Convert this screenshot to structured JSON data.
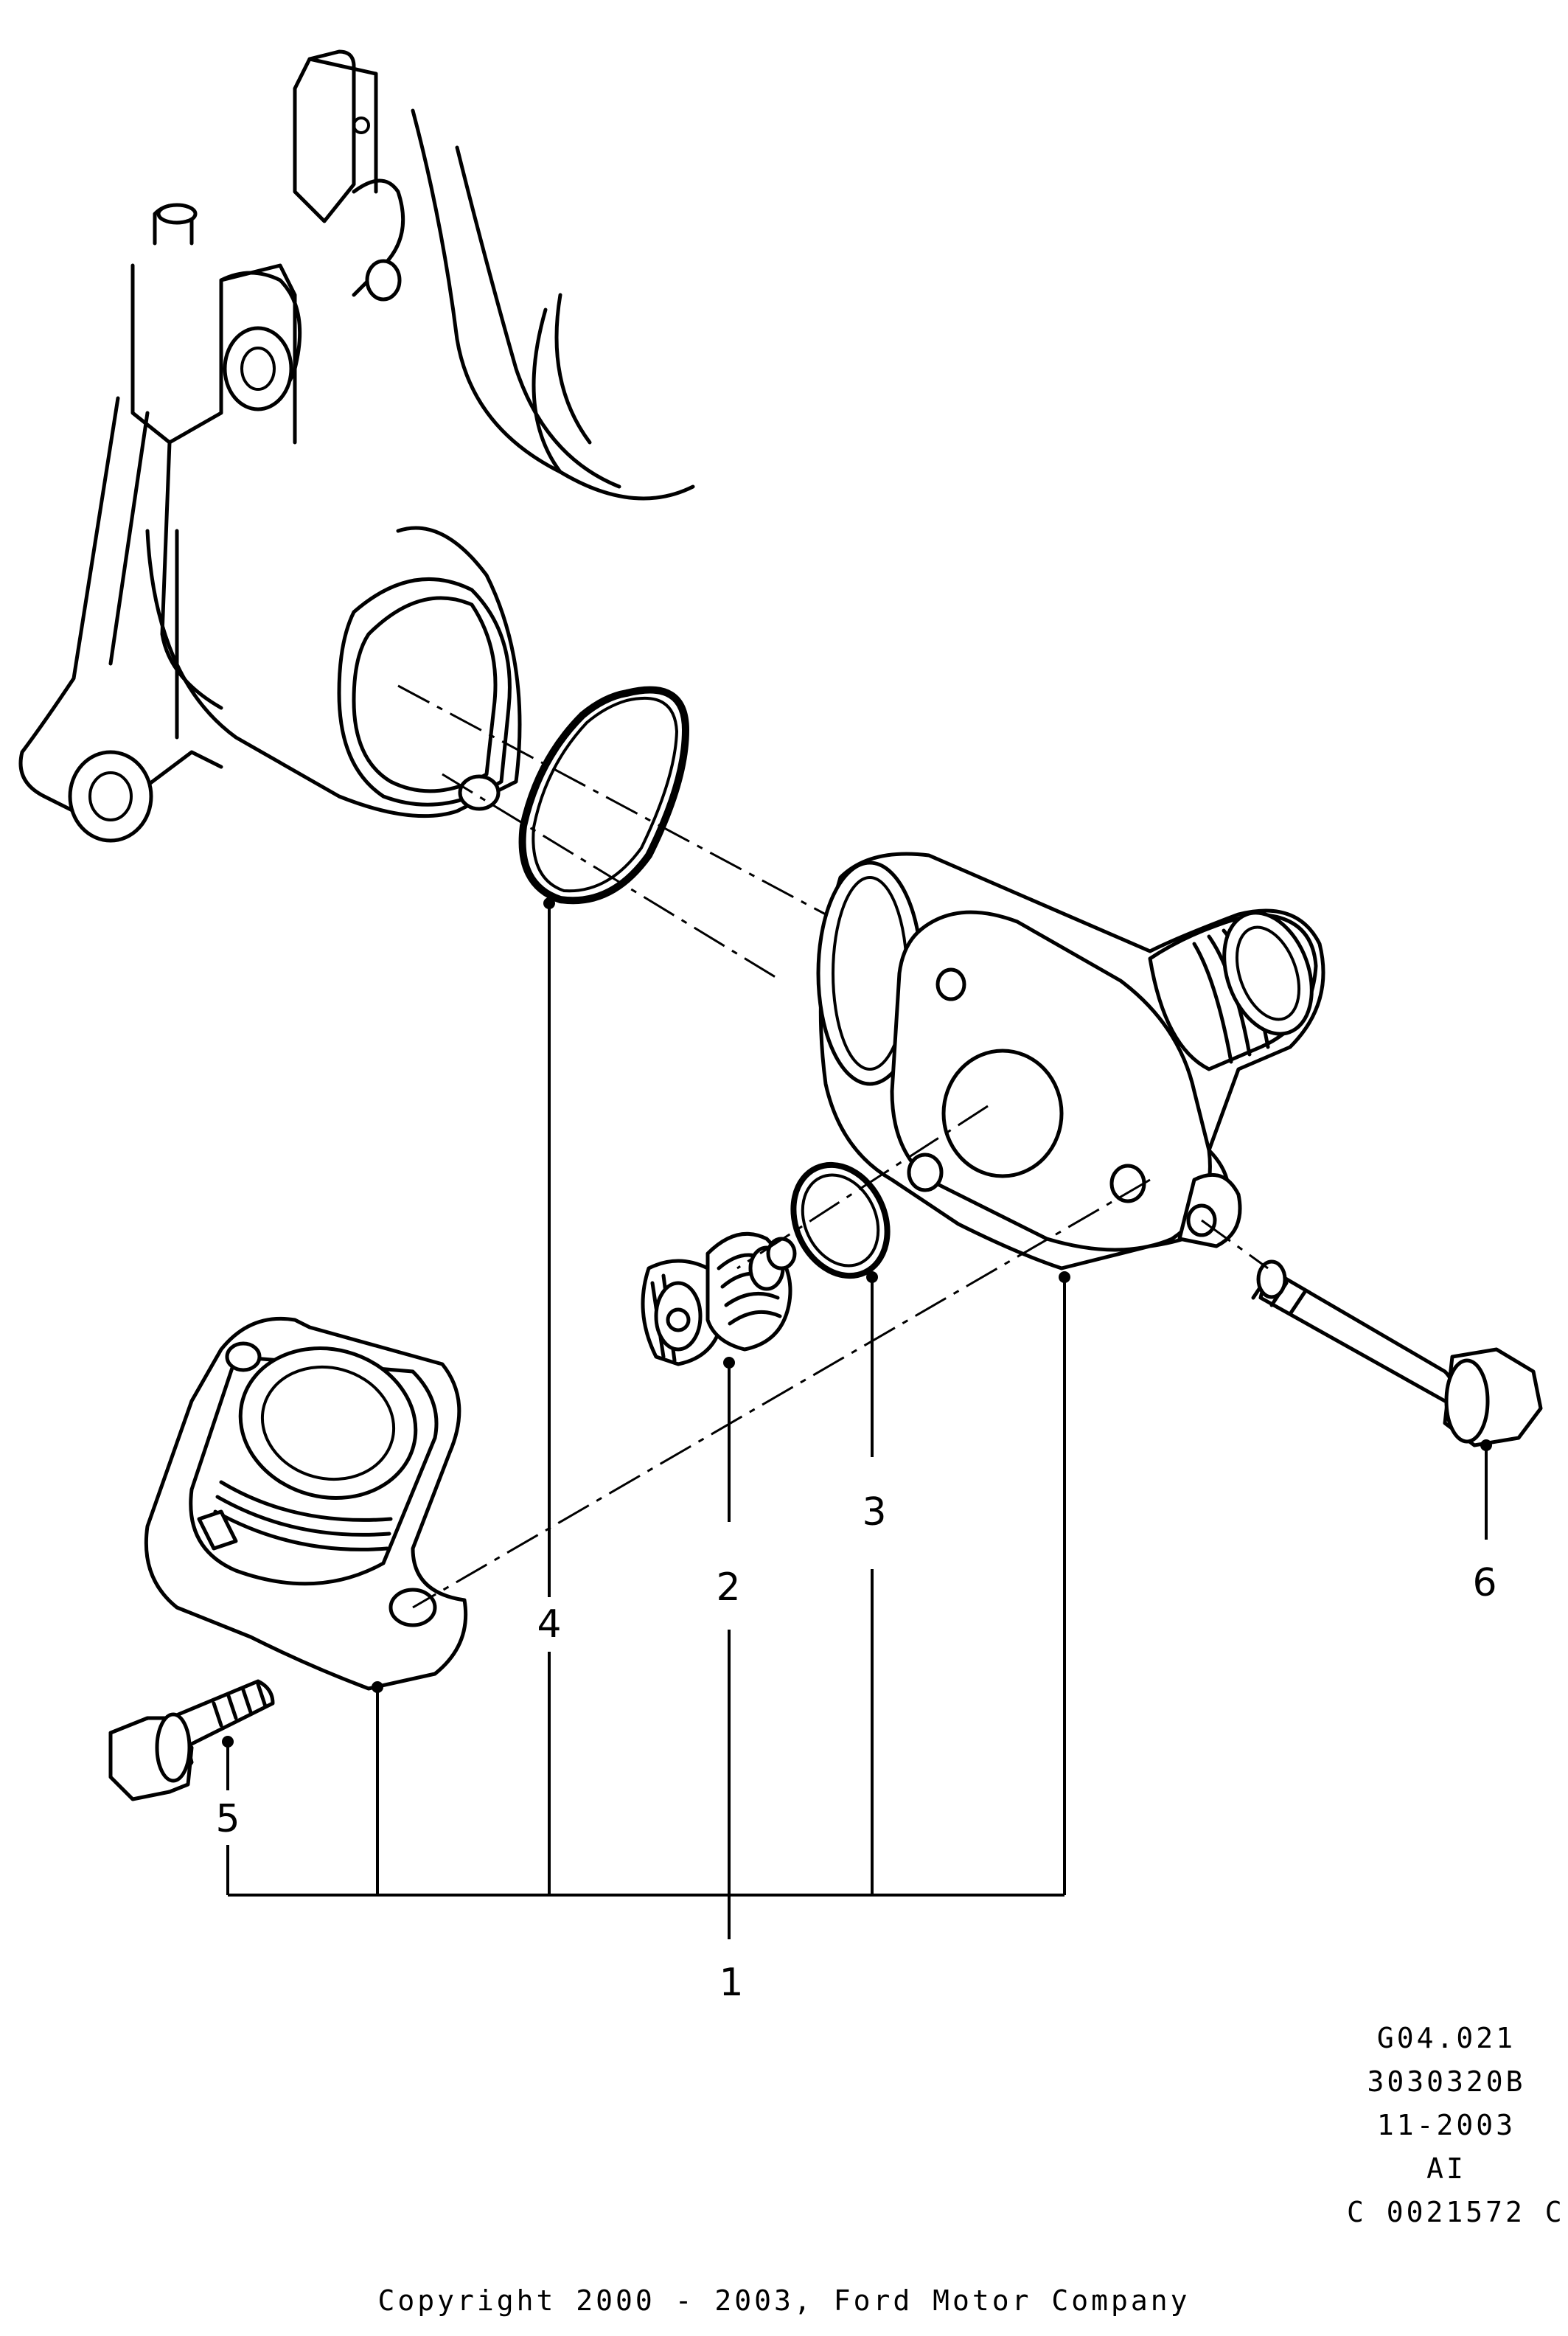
{
  "callouts": [
    {
      "id": "1",
      "label": "1"
    },
    {
      "id": "2",
      "label": "2"
    },
    {
      "id": "3",
      "label": "3"
    },
    {
      "id": "4",
      "label": "4"
    },
    {
      "id": "5",
      "label": "5"
    },
    {
      "id": "6",
      "label": "6"
    }
  ],
  "reference": {
    "code": "G04.021",
    "part_number": "3030320B",
    "date": "11-2003",
    "region": "AI",
    "catalog_id": "C 0021572 C"
  },
  "copyright": "Copyright 2000 - 2003, Ford Motor Company"
}
